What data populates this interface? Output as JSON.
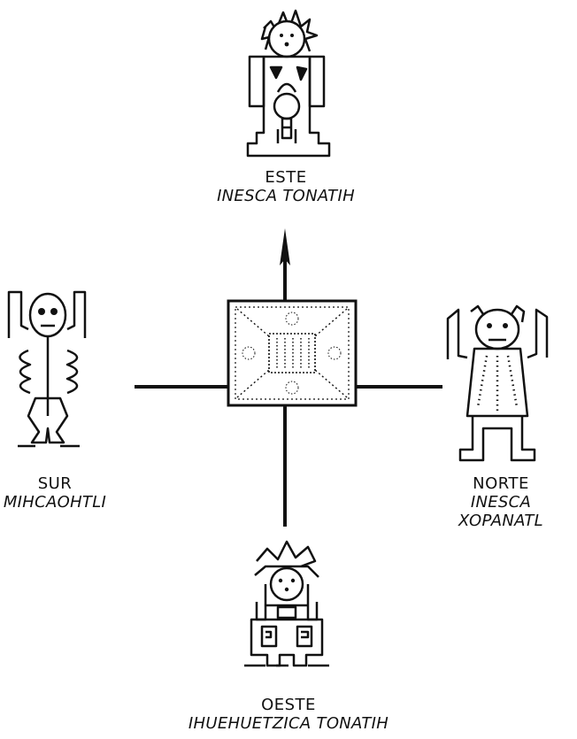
{
  "directions": {
    "east": {
      "name": "ESTE",
      "deity": "INESCA TONATIH"
    },
    "south": {
      "name": "SUR",
      "deity": "MIHCAOHTLI"
    },
    "north": {
      "name": "NORTE",
      "deity": "INESCA XOPANATL"
    },
    "west": {
      "name": "OESTE",
      "deity": "IHUEHUETZICA TONATIH"
    }
  },
  "colors": {
    "ink": "#111111",
    "paper": "#ffffff"
  }
}
